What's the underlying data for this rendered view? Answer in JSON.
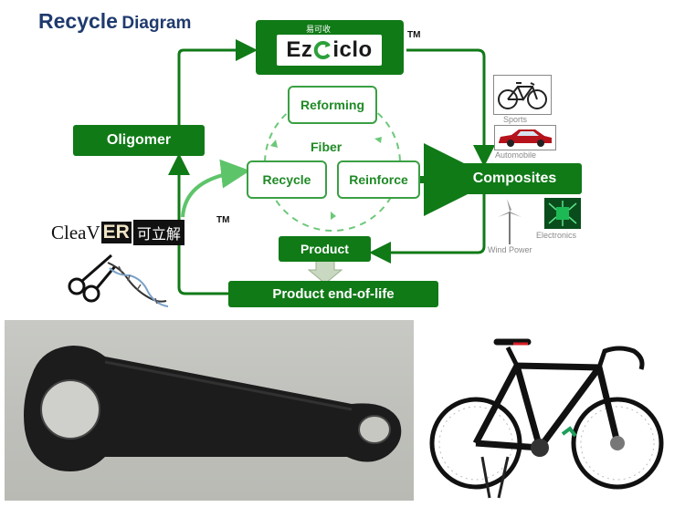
{
  "title": {
    "main": "Recycle",
    "sub": "Diagram"
  },
  "ezciclo": {
    "name_prefix": "Ez",
    "name_suffix": "iclo",
    "chinese": "易可收",
    "tm": "TM"
  },
  "boxes": {
    "oligomer": "Oligomer",
    "composites": "Composites",
    "product": "Product",
    "end_of_life": "Product end-of-life"
  },
  "cycle": {
    "center": "Fiber",
    "reforming": "Reforming",
    "recycle": "Recycle",
    "reinforce": "Reinforce"
  },
  "applications": {
    "sports": "Sports",
    "automobile": "Automobile",
    "wind_power": "Wind Power",
    "electronics": "Electronics"
  },
  "cleaver": {
    "text_a": "CleaV",
    "text_b": "ER",
    "chinese": "可立解",
    "tm": "TM"
  },
  "colors": {
    "dark_green": "#107a17",
    "light_green": "#3aa043",
    "title_blue": "#1f3a6e"
  }
}
